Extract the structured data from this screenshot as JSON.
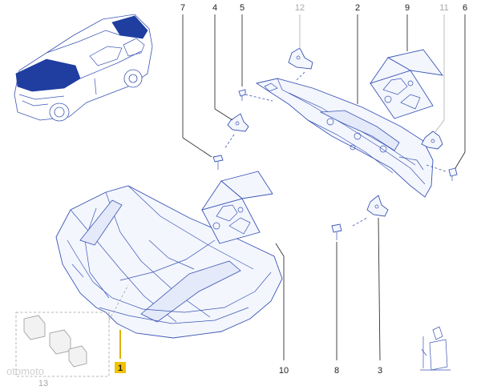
{
  "callouts": {
    "c1": "1",
    "c2": "2",
    "c3": "3",
    "c4": "4",
    "c5": "5",
    "c6": "6",
    "c7": "7",
    "c8": "8",
    "c9": "9",
    "c10": "10",
    "c11": "11",
    "c12": "12",
    "c13": "13"
  },
  "watermark": "otomoto",
  "colors": {
    "line": "#3b55b5",
    "highlight": "#1f3ea0",
    "badge": "#f2c200",
    "optional_grey": "#a8a8a8"
  }
}
